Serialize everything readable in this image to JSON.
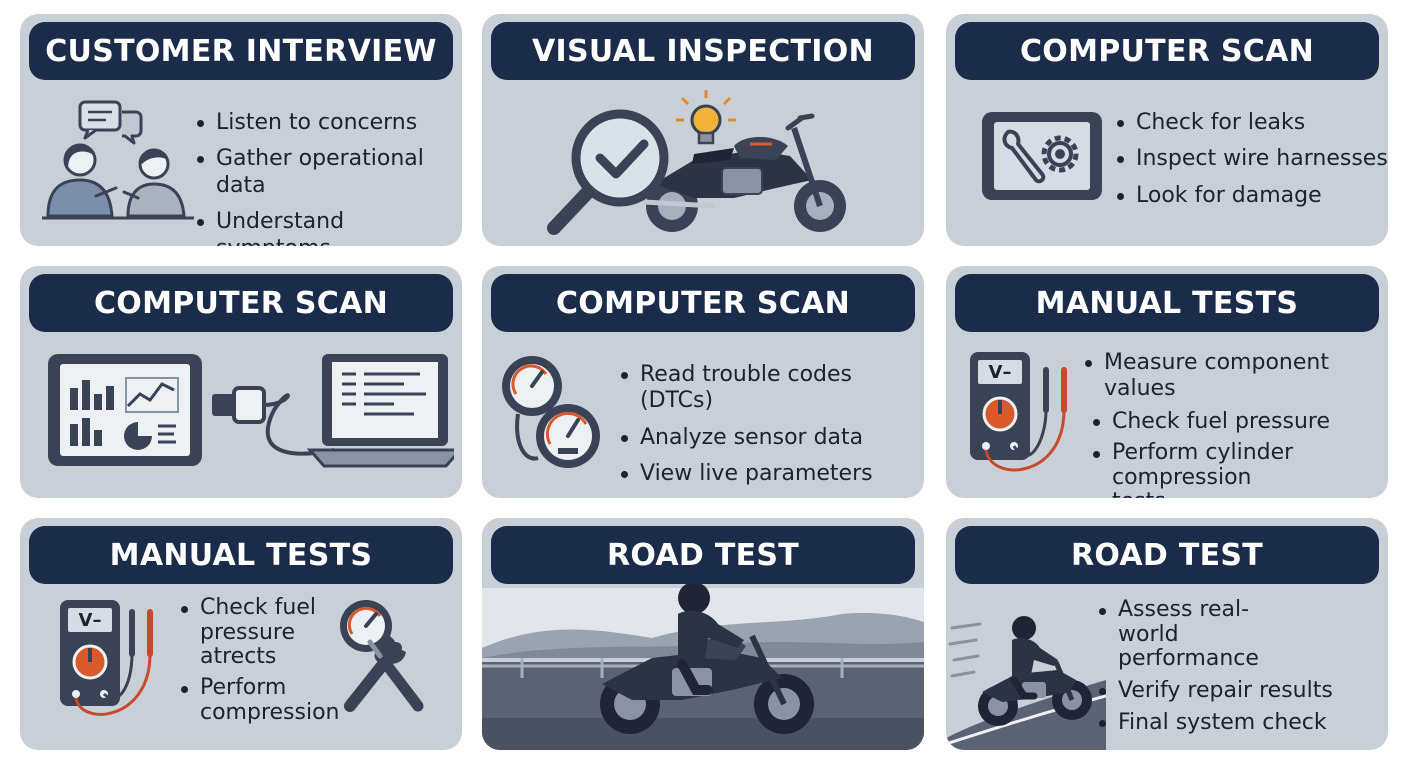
{
  "colors": {
    "card_bg": "#c9cfd6",
    "header_bg": "#1b2b4a",
    "header_text": "#ffffff",
    "icon_dark": "#3a4256",
    "accent_orange": "#d85a2a",
    "accent_red": "#c9492c"
  },
  "cards": [
    {
      "title": "CUSTOMER INTERVIEW",
      "icon": "two-people-talking-icon",
      "bullets": [
        "Listen to concerns",
        "Gather operational data",
        "Understand symptoms"
      ]
    },
    {
      "title": "VISUAL INSPECTION",
      "icon": "magnifier-motorcycle-icon",
      "bullets": []
    },
    {
      "title": "COMPUTER SCAN",
      "icon": "tablet-wrench-gear-icon",
      "bullets": [
        "Check for leaks",
        "Inspect wire harnesses",
        "Look for damage"
      ]
    },
    {
      "title": "COMPUTER SCAN",
      "icon": "tablet-cable-laptop-icon",
      "bullets": []
    },
    {
      "title": "COMPUTER SCAN",
      "icon": "pressure-gauges-icon",
      "bullets": [
        "Read trouble codes (DTCs)",
        "Analyze sensor data",
        "View live parameters"
      ]
    },
    {
      "title": "MANUAL TESTS",
      "icon": "multimeter-icon",
      "bullets": [
        "Measure component values",
        "Check fuel pressure",
        "Perform cylinder compression tests"
      ],
      "meter_label": "V–"
    },
    {
      "title": "MANUAL TESTS",
      "icon": "multimeter-gauge-wrench-icon",
      "bullets": [
        "Check fuel pressure atrects",
        "Perform compression"
      ],
      "meter_label": "V–"
    },
    {
      "title": "ROAD TEST",
      "icon": "motorcycle-rider-road-icon",
      "bullets": []
    },
    {
      "title": "ROAD TEST",
      "icon": "motorcycle-rider-speed-icon",
      "bullets": [
        "Assess real-world performance",
        "Verify repair results",
        "Final system check"
      ]
    }
  ]
}
